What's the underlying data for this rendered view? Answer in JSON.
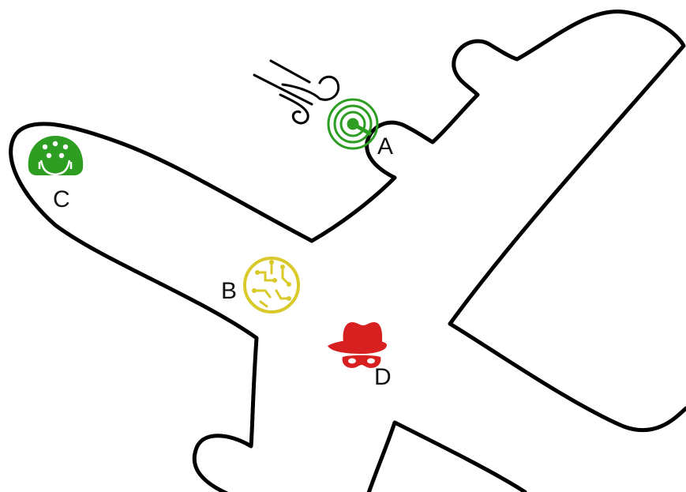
{
  "labels": {
    "a": "A",
    "b": "B",
    "c": "C",
    "d": "D"
  },
  "icons": {
    "a": "wind-signal-icon",
    "b": "circuit-chip-icon",
    "c": "headset-person-icon",
    "d": "spy-hacker-icon"
  },
  "colors": {
    "outline": "#000000",
    "background": "#ffffff",
    "green": "#2e9e23",
    "yellow": "#d9c929",
    "red": "#d92020",
    "label": "#111111"
  }
}
